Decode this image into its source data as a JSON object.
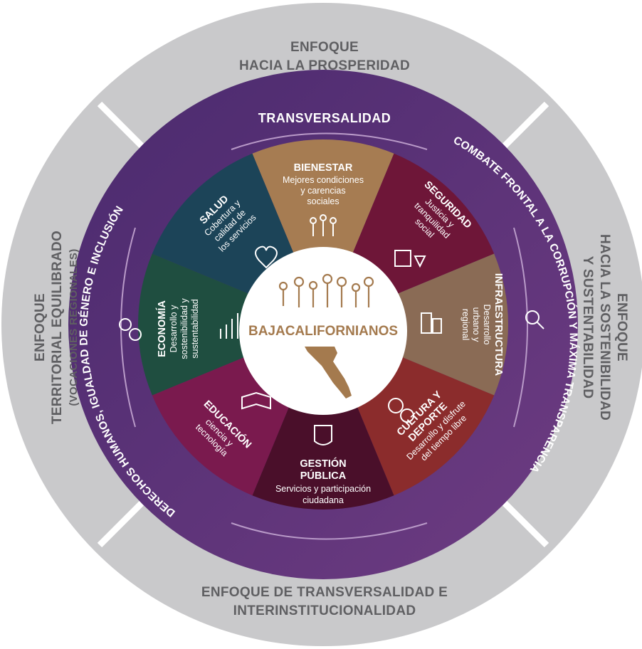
{
  "outer": {
    "top_line1": "ENFOQUE",
    "top_line2": "HACIA LA PROSPERIDAD",
    "right_line1": "ENFOQUE",
    "right_line2": "HACIA LA SOSTENIBILIDAD",
    "right_line3": "Y SUSTENTABILIDAD",
    "bottom_line1": "ENFOQUE DE TRANSVERSALIDAD E",
    "bottom_line2": "INTERINSTITUCIONALIDAD",
    "left_line1": "ENFOQUE",
    "left_line2": "TERRITORIAL EQUILIBRADO",
    "left_line3": "(VOCACIONES REGIONALES)"
  },
  "ring": {
    "top": "TRANSVERSALIDAD",
    "right": "COMBATE FRONTAL A LA CORRUPCIÓN Y MÁXIMA TRANSPARENCIA",
    "left": "DERECHOS HUMANOS, IGUALDAD DE GÉNERO E INCLUSIÓN"
  },
  "segments": {
    "bienestar": {
      "title": "BIENESTAR",
      "sub1": "Mejores condiciones",
      "sub2": "y carencias",
      "sub3": "sociales"
    },
    "seguridad": {
      "title": "SEGURIDAD",
      "sub1": "Justicia y",
      "sub2": "tranquilidad",
      "sub3": "social"
    },
    "infraestructura": {
      "title": "INFRAESTRUCTURA",
      "sub1": "Desarrollo",
      "sub2": "urbano y",
      "sub3": "regional"
    },
    "cultura": {
      "title1": "CULTURA Y",
      "title2": "DEPORTE",
      "sub1": "Desarrollo y disfrute",
      "sub2": "del tiempo libre"
    },
    "gestion": {
      "title1": "GESTIÓN",
      "title2": "PÚBLICA",
      "sub1": "Servicios y participación",
      "sub2": "ciudadana"
    },
    "educacion": {
      "title": "EDUCACIÓN",
      "sub1": "ciencia y",
      "sub2": "tecnología"
    },
    "economia": {
      "title": "ECONOMÍA",
      "sub1": "Desarrollo y",
      "sub2": "sostenibilidad y",
      "sub3": "sustentabilidad"
    },
    "salud": {
      "title": "SALUD",
      "sub1": "Cobertura y",
      "sub2": "calidad de",
      "sub3": "los servicios"
    }
  },
  "center": {
    "title": "BAJACALIFORNIANOS"
  },
  "colors": {
    "outer_ring": "#c9c9cb",
    "purple_ring": "#5a2d72",
    "bienestar": "#a67c52",
    "seguridad": "#6e1638",
    "infraestructura": "#8a6b55",
    "cultura": "#8b2c2c",
    "gestion": "#4a0f2a",
    "educacion": "#7a1a4e",
    "economia": "#1f4e40",
    "salud": "#1c4458",
    "center_text": "#a47a4e"
  }
}
